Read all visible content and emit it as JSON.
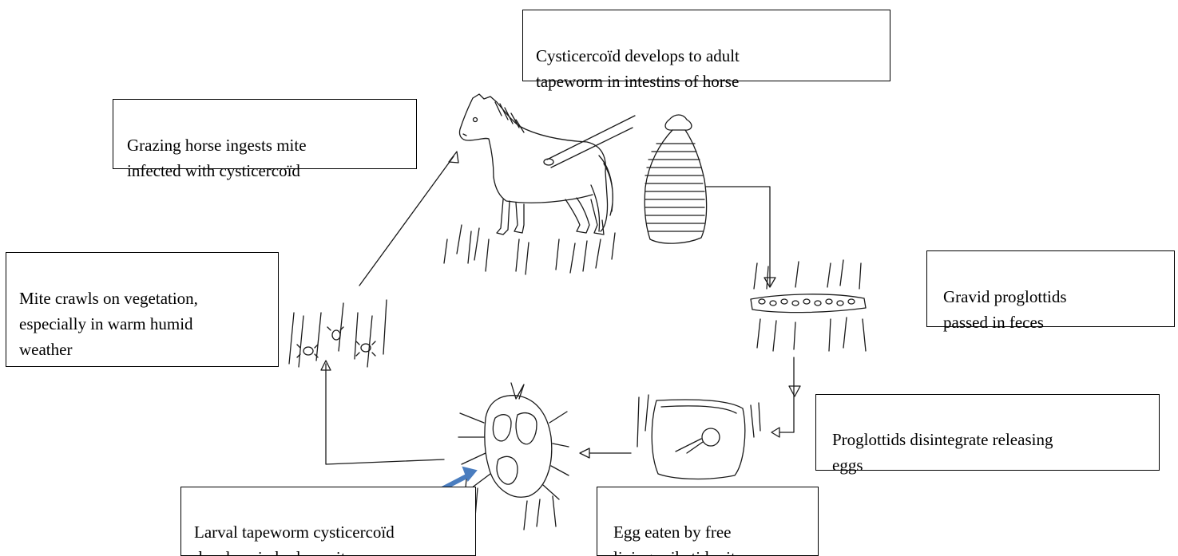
{
  "stages": {
    "adult": "Cysticercoïd develops to adult\ntapeworm in intestins of horse",
    "ingest": "Grazing horse ingests mite\ninfected with cysticercoïd",
    "mite_crawl": "Mite crawls on vegetation,\nespecially in warm humid\nweather",
    "gravid": "Gravid proglottids\npassed in feces",
    "disintegrate": "Proglottids disintegrate releasing\neggs",
    "larval": "Larval tapeworm cysticercoïd\ndevelops in body cavity",
    "egg": "Egg eaten by free\nliving oribatid mite."
  },
  "colors": {
    "ink": "#1a1a1a",
    "highlight_arrow": "#4a7dbf"
  }
}
